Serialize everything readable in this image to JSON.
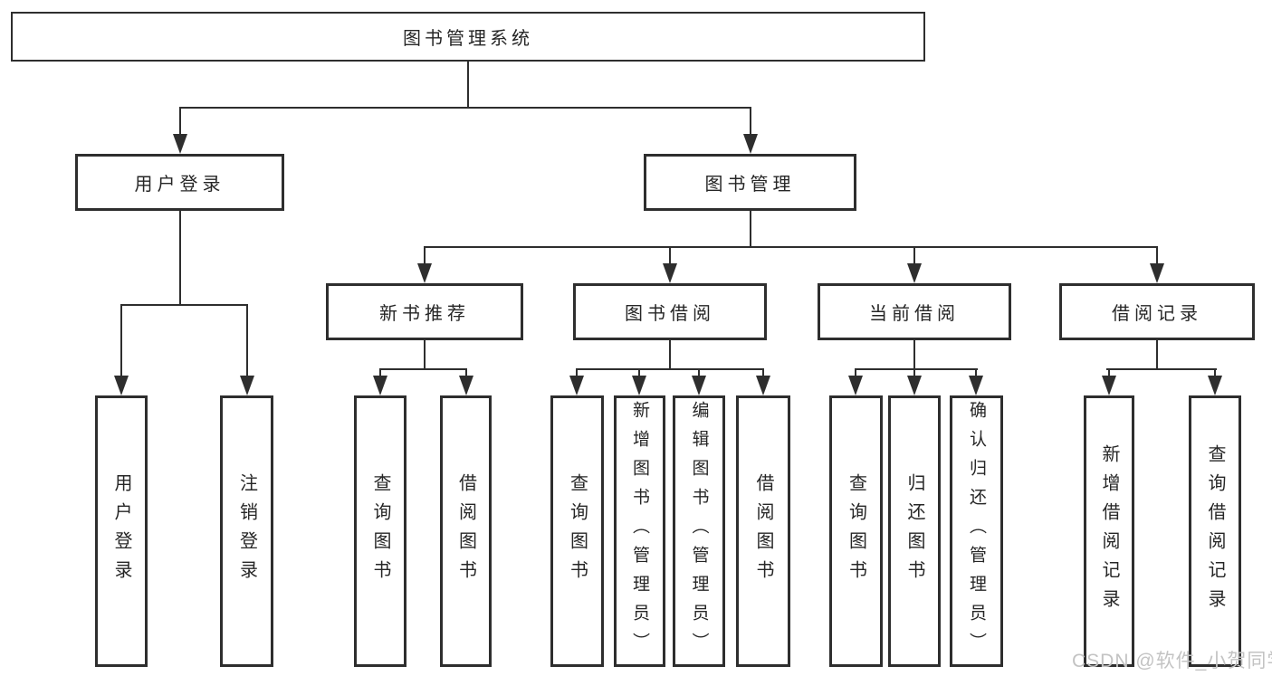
{
  "colors": {
    "line": "#2e2e2e",
    "text": "#262626",
    "background": "#ffffff",
    "watermark": "#c3c3c3"
  },
  "watermark": {
    "text": "CSDN @软件_小贺同学"
  },
  "tree": {
    "root": {
      "label": "图书管理系统"
    },
    "branches": [
      {
        "label": "用户登录",
        "leaves": [
          {
            "label": "用户登录"
          },
          {
            "label": "注销登录"
          }
        ]
      },
      {
        "label": "图书管理",
        "groups": [
          {
            "label": "新书推荐",
            "leaves": [
              {
                "label": "查询图书"
              },
              {
                "label": "借阅图书"
              }
            ]
          },
          {
            "label": "图书借阅",
            "leaves": [
              {
                "label": "查询图书"
              },
              {
                "label": "新增图书（管理员）"
              },
              {
                "label": "编辑图书（管理员）"
              },
              {
                "label": "借阅图书"
              }
            ]
          },
          {
            "label": "当前借阅",
            "leaves": [
              {
                "label": "查询图书"
              },
              {
                "label": "归还图书"
              },
              {
                "label": "确认归还（管理员）"
              }
            ]
          },
          {
            "label": "借阅记录",
            "leaves": [
              {
                "label": "新增借阅记录"
              },
              {
                "label": "查询借阅记录"
              }
            ]
          }
        ]
      }
    ]
  }
}
